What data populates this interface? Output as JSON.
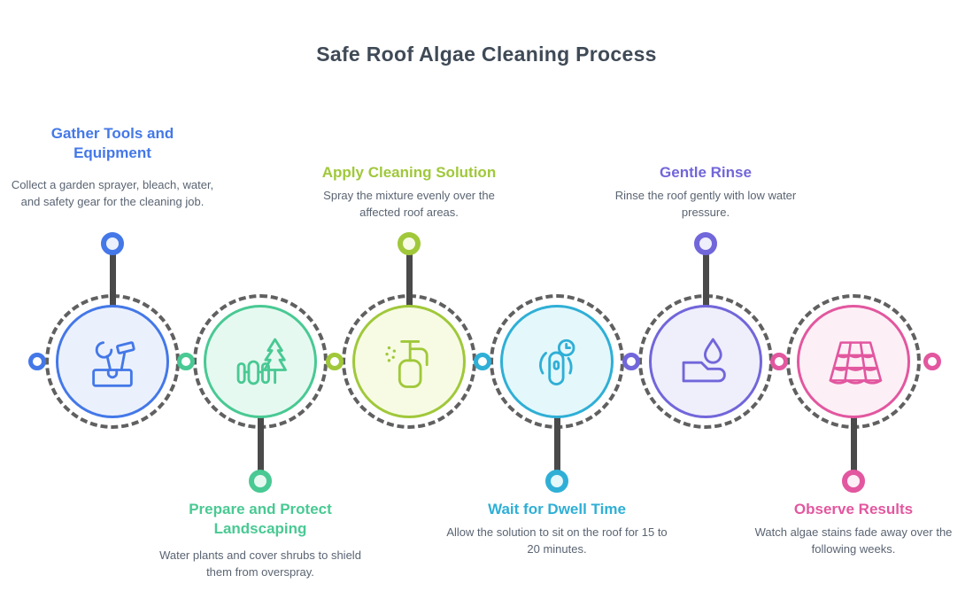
{
  "title": "Safe Roof Algae Cleaning Process",
  "colors": {
    "background": "#ffffff",
    "title_text": "#3f4a56",
    "description_text": "#5a6472",
    "connector": "#4a4a4a",
    "step_accents": [
      "#4478e8",
      "#49c993",
      "#a0c83a",
      "#2fafd6",
      "#7166da",
      "#e2579f"
    ],
    "step_fills": [
      "#ebf1fc",
      "#e6f9f1",
      "#f7fbe3",
      "#e4f7fb",
      "#efeefb",
      "#fdeff6"
    ]
  },
  "steps": [
    {
      "label": "Gather Tools and Equipment",
      "description": "Collect a garden sprayer, bleach, water, and safety gear for the cleaning job.",
      "icon": "toolbox-icon",
      "accent": "#4478e8",
      "position": "top"
    },
    {
      "label": "Prepare and Protect Landscaping",
      "description": "Water plants and cover shrubs to shield them from overspray.",
      "icon": "tree-fence-icon",
      "accent": "#49c993",
      "position": "bottom"
    },
    {
      "label": "Apply Cleaning Solution",
      "description": "Spray the mixture evenly over the affected roof areas.",
      "icon": "sprayer-icon",
      "accent": "#a0c83a",
      "position": "top"
    },
    {
      "label": "Wait for Dwell Time",
      "description": "Allow the solution to sit on the roof for 15 to 20 minutes.",
      "icon": "tap-clock-icon",
      "accent": "#2fafd6",
      "position": "bottom"
    },
    {
      "label": "Gentle Rinse",
      "description": "Rinse the roof gently with low water pressure.",
      "icon": "hand-drop-icon",
      "accent": "#7166da",
      "position": "top"
    },
    {
      "label": "Observe Results",
      "description": "Watch algae stains fade away over the following weeks.",
      "icon": "roof-tiles-icon",
      "accent": "#e2579f",
      "position": "bottom"
    }
  ]
}
